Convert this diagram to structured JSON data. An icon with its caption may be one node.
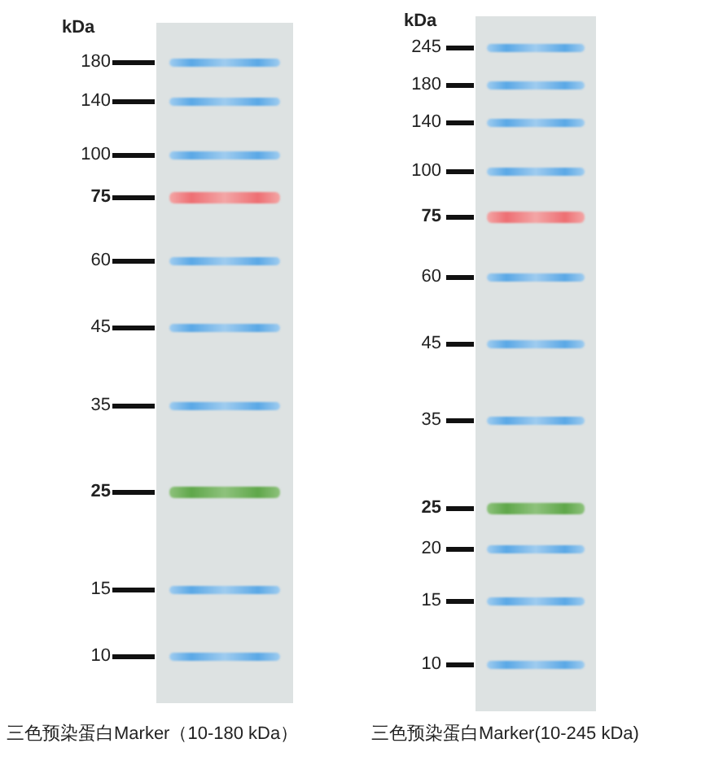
{
  "diagram": {
    "labels": [
      "kDa",
      "180",
      "140",
      "100",
      "75",
      "60",
      "45",
      "35",
      "25",
      "15",
      "10",
      "三色预染蛋白Marker（10-180 kDa）",
      "kDa",
      "245",
      "180",
      "140",
      "100",
      "75",
      "60",
      "45",
      "35",
      "25",
      "20",
      "15",
      "10",
      "三色预染蛋白Marker(10-245 kDa)"
    ]
  }
}
